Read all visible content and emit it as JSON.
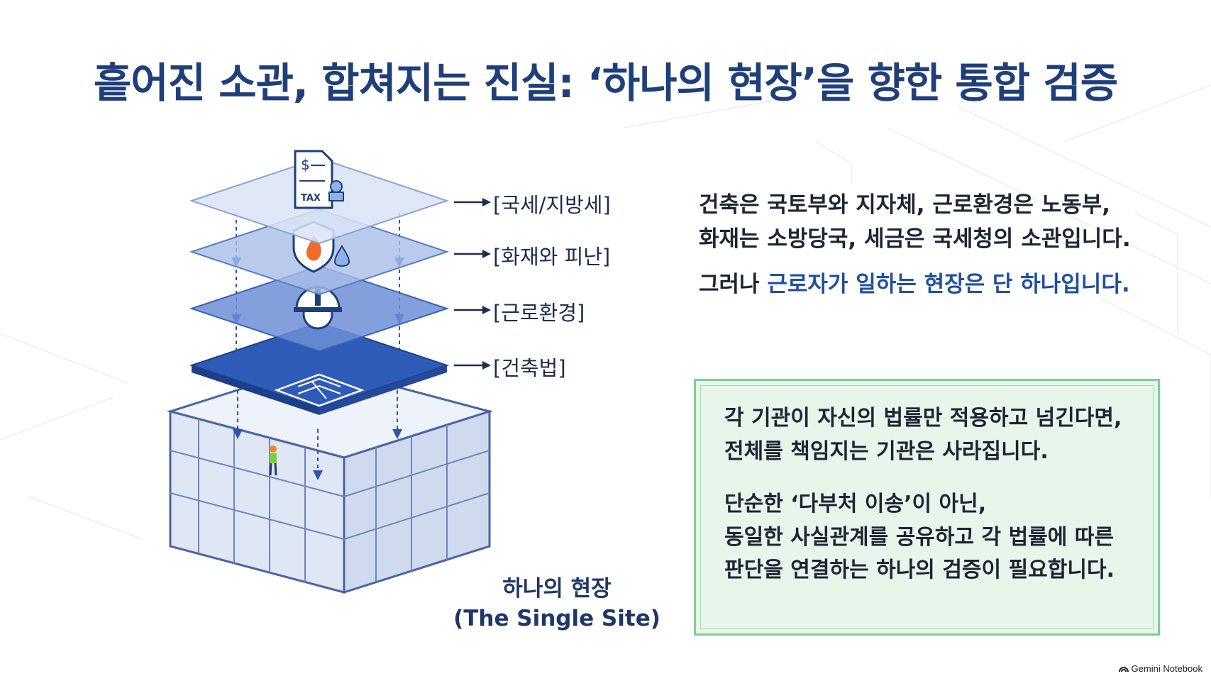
{
  "title": "흩어진 소관, 합쳐지는 진실: ‘하나의 현장’을 향한 통합 검증",
  "layers": [
    {
      "label": "[국세/지방세]",
      "icon": "tax-document-icon"
    },
    {
      "label": "[화재와 피난]",
      "icon": "fire-shield-icon"
    },
    {
      "label": "[근로환경]",
      "icon": "hardhat-gear-icon"
    },
    {
      "label": "[건축법]",
      "icon": "blueprint-icon"
    }
  ],
  "tax_icon_text": "TAX",
  "site": {
    "line1": "하나의 현장",
    "line2": "(The Single Site)"
  },
  "right_text": {
    "p1_line1": "건축은 국토부와 지자체, 근로환경은 노동부,",
    "p1_line2": "화재는 소방당국, 세금은 국세청의 소관입니다.",
    "p2_prefix": "그러나 ",
    "p2_highlight": "근로자가 일하는 현장은 단 하나입니다."
  },
  "box": {
    "line1": "각 기관이 자신의 법률만 적용하고 넘긴다면,",
    "line2": "전체를 책임지는 기관은 사라집니다.",
    "line3": "단순한 ‘다부처 이송’이 아닌,",
    "line4": "동일한 사실관계를 공유하고 각 법률에 따른",
    "line5": "판단을 연결하는 하나의 검증이 필요합니다."
  },
  "brand": "Gemini Notebook",
  "colors": {
    "title": "#1f3f7a",
    "highlight": "#1f4fa0",
    "box_bg": "#e7f5ea",
    "box_border": "#7ed091",
    "layer_dark": "#2f5bb8"
  }
}
